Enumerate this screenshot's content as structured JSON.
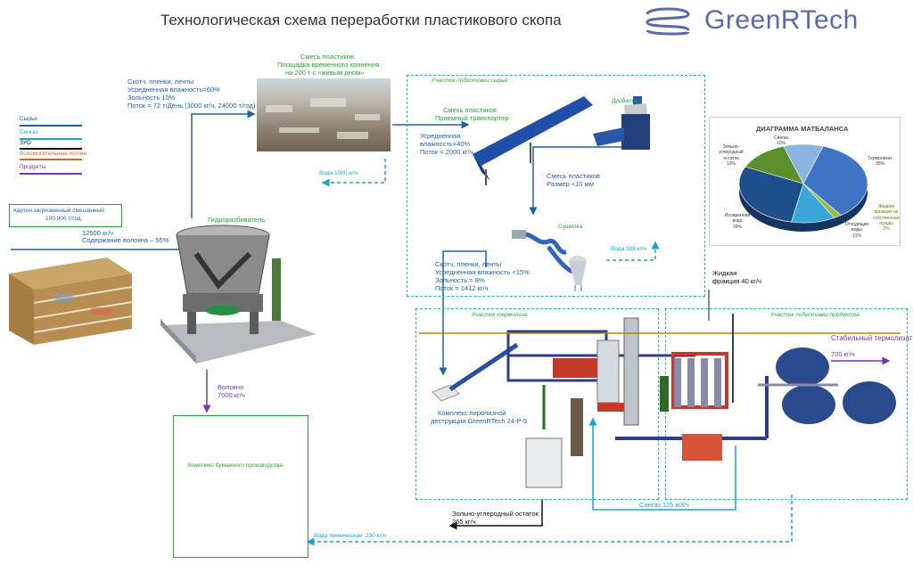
{
  "header": {
    "title": "Технологическая схема переработки пластикового скопа",
    "logo_text": "GreenRTech"
  },
  "legend": [
    {
      "label": "Сырье",
      "color": "#1f5fa8"
    },
    {
      "label": "Сингаз",
      "color": "#1aa3d6"
    },
    {
      "label": "ЗУО",
      "color": "#111111"
    },
    {
      "label": "Вспомогательные потоки",
      "color": "#d9661f"
    },
    {
      "label": "Продукты",
      "color": "#7a35a8"
    }
  ],
  "input": {
    "name_line1": "Картон загрязненный смешанный",
    "name_line2": "100 000 т/год",
    "flow_line1": "12500 кг/ч",
    "flow_line2": "Содержание волокна – 55%"
  },
  "pulper": {
    "label": "Гидроразбиватель",
    "flow_top": [
      "Скотч, пленки, ленты",
      "Усредненная влажность=60%",
      "Зольность 10%",
      "Поток = 72  т/День (3000 кг/ч, 24000 т/год)"
    ],
    "fiber_line1": "Волокно",
    "fiber_line2": "7000 кг/ч"
  },
  "storage": {
    "title_line1": "Смесь пластиков",
    "title_line2": "Площадка временного хранения",
    "title_line3": "на 200 т с «живым дном»",
    "water": "Вода 1000 кг/ч"
  },
  "paper_complex": {
    "label": "Комплекс бумажного производства"
  },
  "prep_section": {
    "title": "Участок подготовки сырья",
    "conveyor_line1": "Смесь пластиков",
    "conveyor_line2": "Приемный транспортер",
    "conveyor_params": [
      "Усредненная",
      "влажность=40%",
      "Поток = 2000 кг/ч"
    ],
    "crusher": "Дробилка",
    "crushed_line1": "Смесь пластиков",
    "crushed_line2": "Размер <10 мм",
    "dryer": "Сушилка",
    "dryer_water": "Вода 588 кг/ч",
    "dried_params": [
      "Скотч, пленки, ленты",
      "Усредненная влажность <15%",
      "Зольность = 8%",
      "Поток = 1412 кг/ч"
    ]
  },
  "balance_chart": {
    "title": "ДИАГРАММА МАТБАЛАНСА",
    "slices": [
      {
        "label": "Термолизат",
        "value": 35,
        "value_text": "35%",
        "color": "#3e74c4"
      },
      {
        "label": "Жидкая фракция на собственные нужды",
        "value": 2,
        "value_text": "2%",
        "color": "#9bbb3a"
      },
      {
        "label": "Отходящие воды",
        "value": 11,
        "value_text": "11%",
        "color": "#3aa7d8"
      },
      {
        "label": "Испаренная вода",
        "value": 29,
        "value_text": "29%",
        "color": "#1f4f8a"
      },
      {
        "label": "Зольно-углеродный остаток",
        "value": 13,
        "value_text": "13%",
        "color": "#5b8f2a"
      },
      {
        "label": "Сингаз",
        "value": 10,
        "value_text": "10%",
        "color": "#8bb4e0"
      }
    ]
  },
  "thermolysis": {
    "section_title": "Участок термолиза",
    "complex_line1": "Комплекс пиролизной",
    "complex_line2": "деструкции GreenRTech 24-P-5",
    "ash_line1": "Зольно-углеродный остаток",
    "ash_line2": "265 кг/ч",
    "syngas": "Сингаз 125 м3/ч",
    "tech_water": "Вода техническая",
    "tech_water_flow": "230 кг/ч"
  },
  "products": {
    "section_title": "Участок подготовки продуктов",
    "liquid_line1": "Жидкая",
    "liquid_line2": "фракция 40 кг/ч",
    "product_name": "Стабильный термолизат",
    "product_flow": "700 кг/ч"
  }
}
